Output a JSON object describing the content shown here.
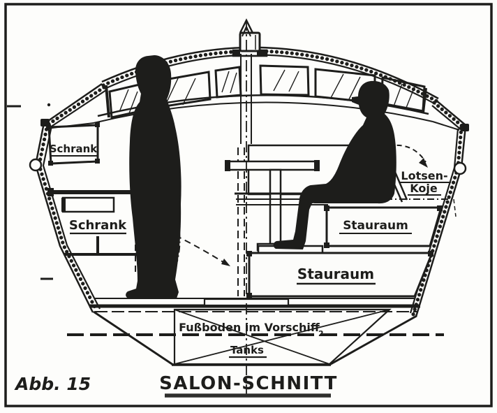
{
  "figure": {
    "caption": "Abb. 15",
    "title": "SALON-SCHNITT"
  },
  "labels": {
    "schrank_upper": "Schrank",
    "schrank_lower": "Schrank",
    "lotsen_line1": "Lotsen-",
    "lotsen_line2": "Koje",
    "stauraum_upper": "Stauraum",
    "stauraum_lower": "Stauraum",
    "fussboden": "Fußboden im Vorschiff",
    "fussboden_sub": "2",
    "tanks": "Tanks"
  },
  "colors": {
    "ink": "#1d1d1b",
    "paper": "#fcfcfa",
    "title_underline": "#2f2f2d"
  }
}
